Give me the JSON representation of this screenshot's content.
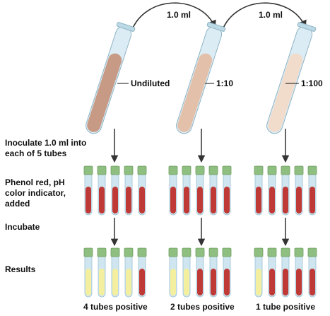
{
  "transfers": [
    {
      "volume": "1.0 ml"
    },
    {
      "volume": "1.0 ml"
    }
  ],
  "large_tubes": [
    {
      "label": "Undiluted",
      "liquid_color": "#c79a86"
    },
    {
      "label": "1:10",
      "liquid_color": "#e3c0a9"
    },
    {
      "label": "1:100",
      "liquid_color": "#f1dccb"
    }
  ],
  "steps": [
    {
      "lines": [
        "Inoculate 1.0 ml into",
        "each of 5 tubes"
      ]
    },
    {
      "lines": [
        "Phenol red, pH",
        "color indicator,",
        "added"
      ]
    },
    {
      "lines": [
        "Incubate"
      ]
    },
    {
      "lines": [
        "Results"
      ]
    }
  ],
  "tube_groups": [
    {
      "result_label": "4 tubes positive",
      "results": [
        "positive",
        "positive",
        "positive",
        "positive",
        "negative"
      ]
    },
    {
      "result_label": "2 tubes positive",
      "results": [
        "positive",
        "positive",
        "negative",
        "negative",
        "negative"
      ]
    },
    {
      "result_label": "1 tube positive",
      "results": [
        "positive",
        "negative",
        "negative",
        "negative",
        "negative"
      ]
    }
  ],
  "colors": {
    "cap": "#8fbf80",
    "phenol_red": "#bf3a36",
    "positive_yellow": "#f3ef9e",
    "glass": "#cfe6f1",
    "arrow": "#333333"
  }
}
